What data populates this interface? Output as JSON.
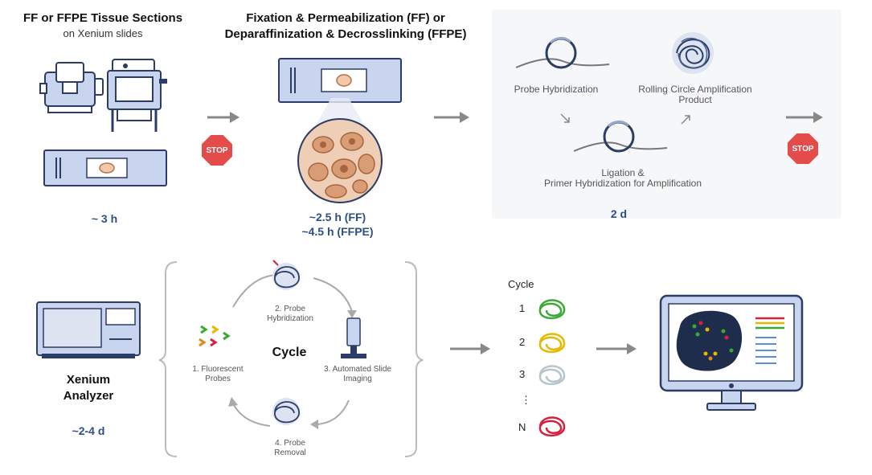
{
  "step1": {
    "title": "FF or FFPE Tissue Sections",
    "subtitle": "on Xenium slides",
    "time": "~ 3 h"
  },
  "step2": {
    "title_line1": "Fixation & Permeabilization (FF) or",
    "title_line2": "Deparaffinization & Decrosslinking (FFPE)",
    "time_line1": "~2.5 h (FF)",
    "time_line2": "~4.5 h (FFPE)"
  },
  "step3": {
    "probe_hybridization": "Probe Hybridization",
    "rca_line1": "Rolling Circle Amplification",
    "rca_line2": "Product",
    "ligation_line1": "Ligation &",
    "ligation_line2": "Primer Hybridization for Amplification",
    "time": "2 d"
  },
  "stop_label": "STOP",
  "analyzer": {
    "name_line1": "Xenium",
    "name_line2": "Analyzer",
    "time": "~2-4 d"
  },
  "cycle": {
    "center_label": "Cycle",
    "step1_line1": "1. Fluorescent",
    "step1_line2": "Probes",
    "step2_line1": "2. Probe",
    "step2_line2": "Hybridization",
    "step3_line1": "3. Automated Slide",
    "step3_line2": "Imaging",
    "step4_line1": "4. Probe",
    "step4_line2": "Removal"
  },
  "cycles_list": {
    "header": "Cycle",
    "items": [
      "1",
      "2",
      "3",
      "⋮",
      "N"
    ]
  },
  "colors": {
    "primary": "#2b3c66",
    "light_blue": "#c9d4ee",
    "stop_red": "#e44b4b",
    "time_blue": "#2d4f86",
    "arrow_gray": "#888888",
    "cycle1": "#3aaa35",
    "cycle2": "#e6b800",
    "cycle3": "#b8c4cc",
    "cycleN": "#d4213d"
  }
}
